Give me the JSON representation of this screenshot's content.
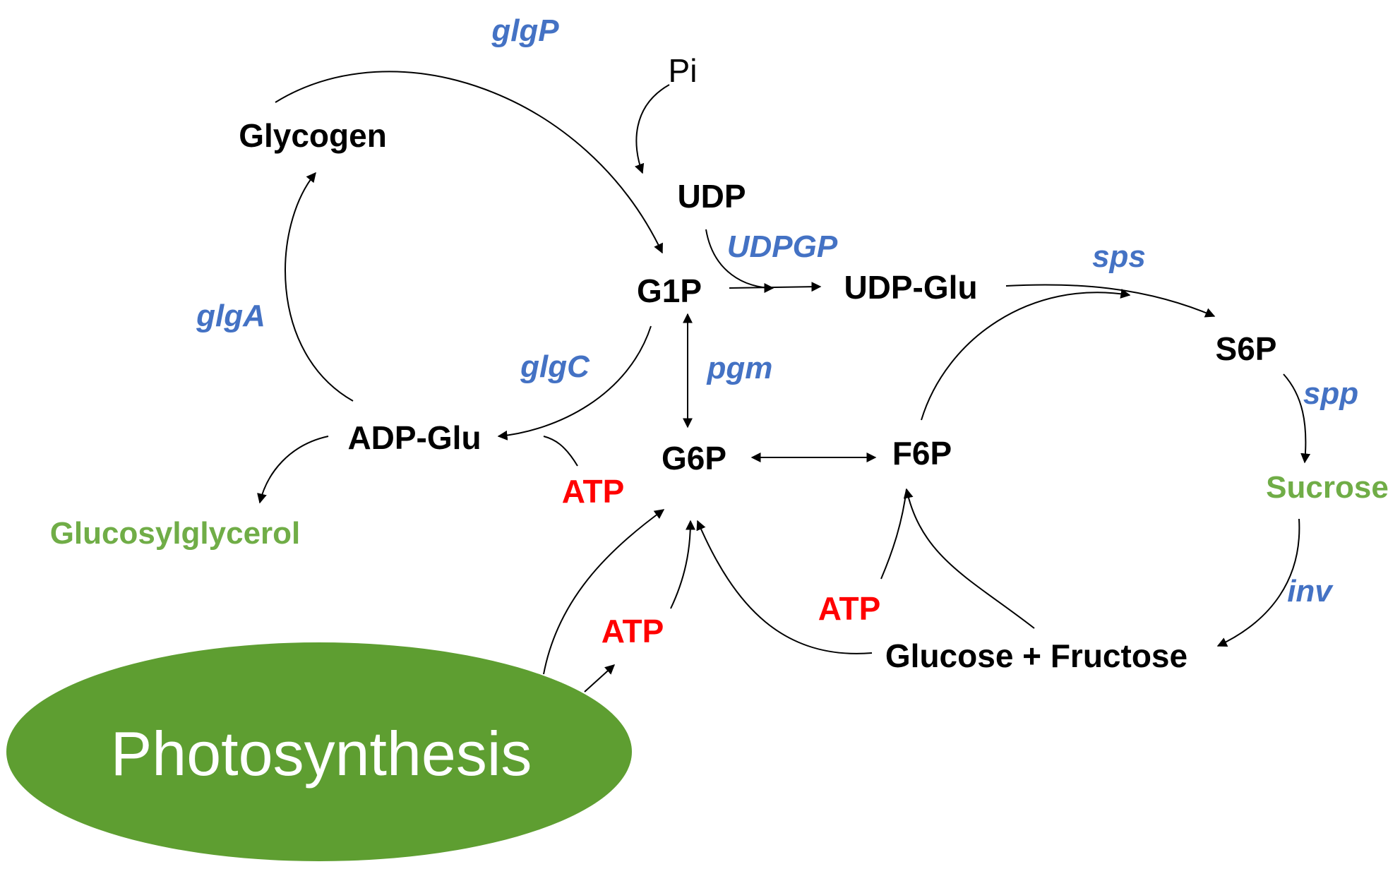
{
  "colors": {
    "enzyme": "#4472C4",
    "atp": "#FF0000",
    "product": "#70AD47",
    "photosynthesis_fill": "#5E9E31",
    "photosynthesis_text": "#FFFFFF",
    "metabolite": "#000000",
    "arrow": "#000000"
  },
  "metabolites": {
    "glycogen": "Glycogen",
    "pi": "Pi",
    "udp": "UDP",
    "g1p": "G1P",
    "udp_glu": "UDP-Glu",
    "s6p": "S6P",
    "adp_glu": "ADP-Glu",
    "g6p": "G6P",
    "f6p": "F6P",
    "glucose_fructose": "Glucose + Fructose"
  },
  "products": {
    "glucosylglycerol": "Glucosylglycerol",
    "sucrose": "Sucrose"
  },
  "enzymes": {
    "glgP": "glgP",
    "glgA": "glgA",
    "glgC": "glgC",
    "UDPGP": "UDPGP",
    "pgm": "pgm",
    "sps": "sps",
    "spp": "spp",
    "inv": "inv"
  },
  "atp": {
    "adp_glu": "ATP",
    "photosynthesis": "ATP",
    "f6p": "ATP"
  },
  "photosynthesis": {
    "label": "Photosynthesis"
  }
}
